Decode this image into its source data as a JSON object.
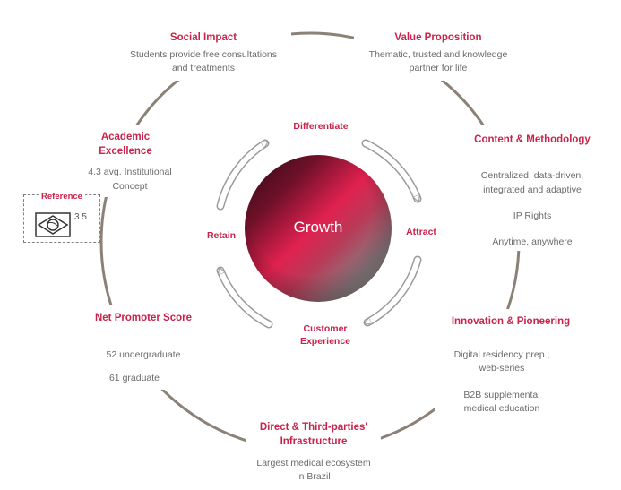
{
  "center": {
    "label": "Growth"
  },
  "cycle": {
    "differentiate": "Differentiate",
    "attract": "Attract",
    "customer_experience": [
      "Customer",
      "Experience"
    ],
    "retain": "Retain"
  },
  "nodes": {
    "social_impact": {
      "title": "Social Impact",
      "desc": [
        "Students provide free consultations",
        "and treatments"
      ]
    },
    "value_proposition": {
      "title": "Value Proposition",
      "desc": [
        "Thematic, trusted and knowledge",
        "partner for life"
      ]
    },
    "content_methodology": {
      "title": "Content & Methodology",
      "desc": [
        "Centralized,  data-driven,",
        "integrated and adaptive",
        "IP Rights",
        "Anytime, anywhere"
      ]
    },
    "innovation": {
      "title": "Innovation & Pioneering",
      "desc": [
        "Digital residency prep.,",
        "web-series",
        "B2B supplemental",
        "medical education"
      ]
    },
    "infrastructure": {
      "title": [
        "Direct & Third-parties'",
        "Infrastructure"
      ],
      "desc": [
        "Largest medical ecosystem",
        "in Brazil"
      ]
    },
    "nps": {
      "title": "Net Promoter Score",
      "desc": [
        "52  undergraduate",
        "61  graduate"
      ]
    },
    "academic": {
      "title": [
        "Academic",
        "Excellence"
      ],
      "desc": [
        "4.3 avg. Institutional",
        "Concept"
      ]
    }
  },
  "reference": {
    "title": "Reference",
    "value": "3.5"
  },
  "colors": {
    "accent": "#c8234a",
    "ring": "#8a8276",
    "text": "#6b6b6b"
  }
}
